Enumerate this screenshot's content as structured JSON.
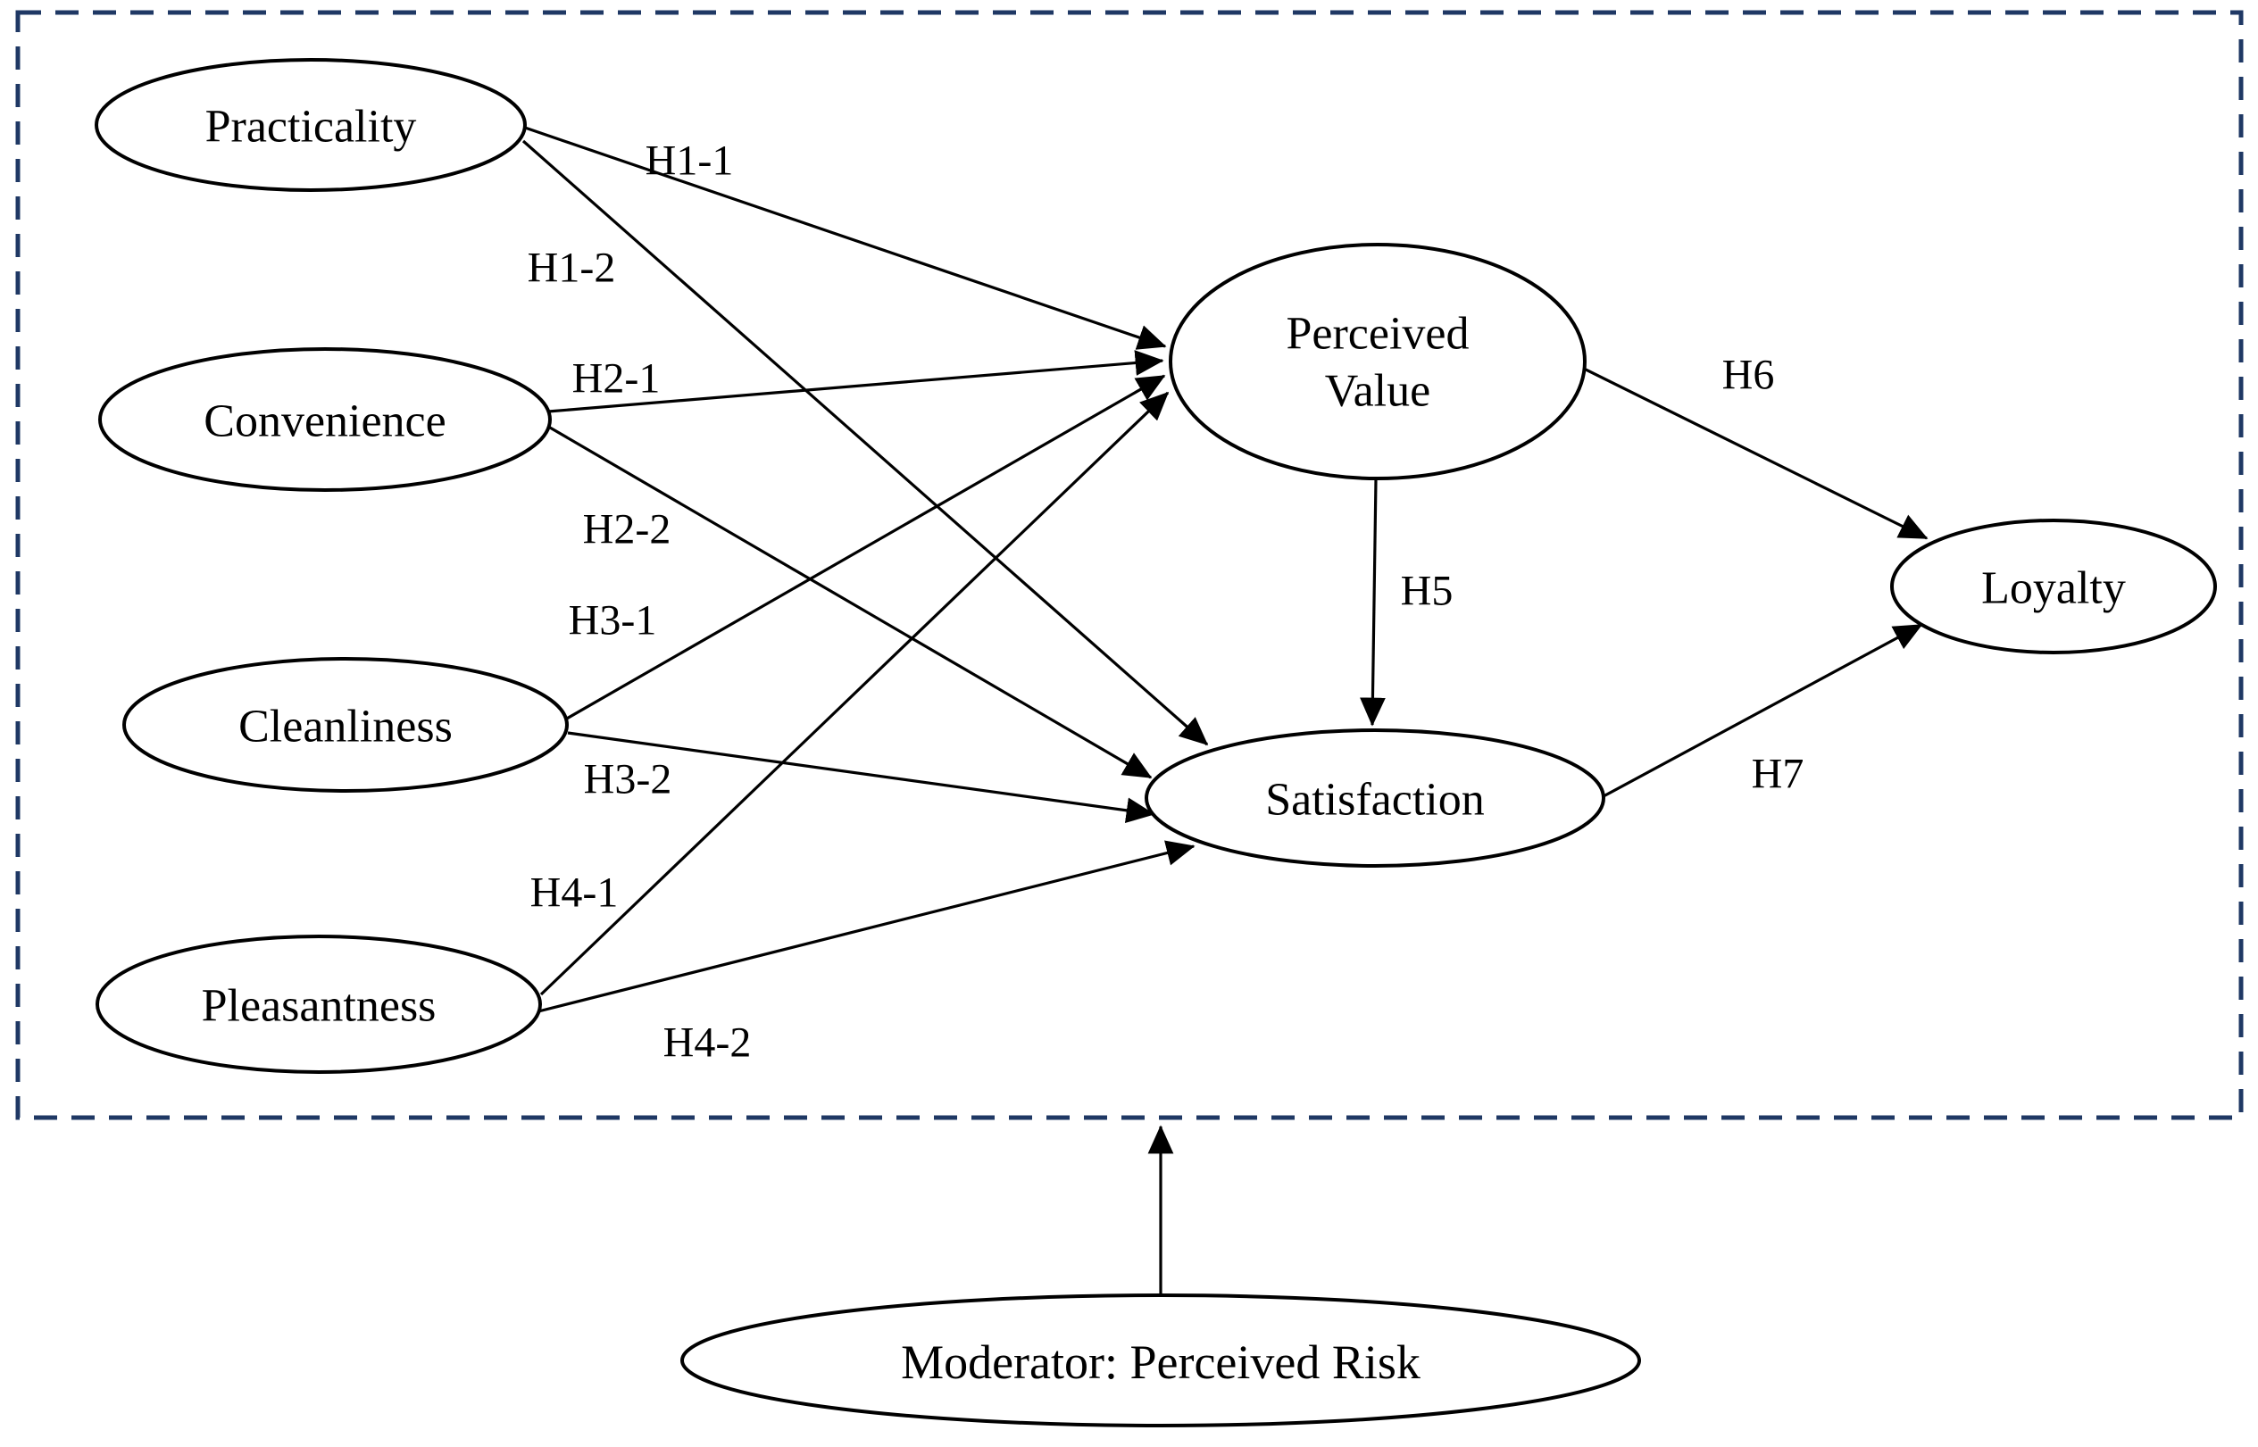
{
  "diagram": {
    "type": "hypothesis-path-model",
    "colors": {
      "boundary": "#1f3864",
      "line": "#000000",
      "node_fill": "#ffffff",
      "text": "#000000"
    },
    "nodes": [
      {
        "id": "practicality",
        "label": "Practicality"
      },
      {
        "id": "convenience",
        "label": "Convenience"
      },
      {
        "id": "cleanliness",
        "label": "Cleanliness"
      },
      {
        "id": "pleasantness",
        "label": "Pleasantness"
      },
      {
        "id": "perceived_value",
        "label": "Perceived Value",
        "lines": [
          "Perceived",
          "Value"
        ]
      },
      {
        "id": "satisfaction",
        "label": "Satisfaction"
      },
      {
        "id": "loyalty",
        "label": "Loyalty"
      },
      {
        "id": "moderator",
        "label": "Moderator: Perceived Risk"
      }
    ],
    "edges": [
      {
        "id": "h1-1",
        "from": "practicality",
        "to": "perceived_value",
        "label": "H1-1"
      },
      {
        "id": "h1-2",
        "from": "practicality",
        "to": "satisfaction",
        "label": "H1-2"
      },
      {
        "id": "h2-1",
        "from": "convenience",
        "to": "perceived_value",
        "label": "H2-1"
      },
      {
        "id": "h2-2",
        "from": "convenience",
        "to": "satisfaction",
        "label": "H2-2"
      },
      {
        "id": "h3-1",
        "from": "cleanliness",
        "to": "perceived_value",
        "label": "H3-1"
      },
      {
        "id": "h3-2",
        "from": "cleanliness",
        "to": "satisfaction",
        "label": "H3-2"
      },
      {
        "id": "h4-1",
        "from": "pleasantness",
        "to": "perceived_value",
        "label": "H4-1"
      },
      {
        "id": "h4-2",
        "from": "pleasantness",
        "to": "satisfaction",
        "label": "H4-2"
      },
      {
        "id": "h5",
        "from": "perceived_value",
        "to": "satisfaction",
        "label": "H5"
      },
      {
        "id": "h6",
        "from": "perceived_value",
        "to": "loyalty",
        "label": "H6"
      },
      {
        "id": "h7",
        "from": "satisfaction",
        "to": "loyalty",
        "label": "H7"
      },
      {
        "id": "moderator-arrow",
        "from": "moderator",
        "to": "model-boundary",
        "label": ""
      }
    ]
  }
}
